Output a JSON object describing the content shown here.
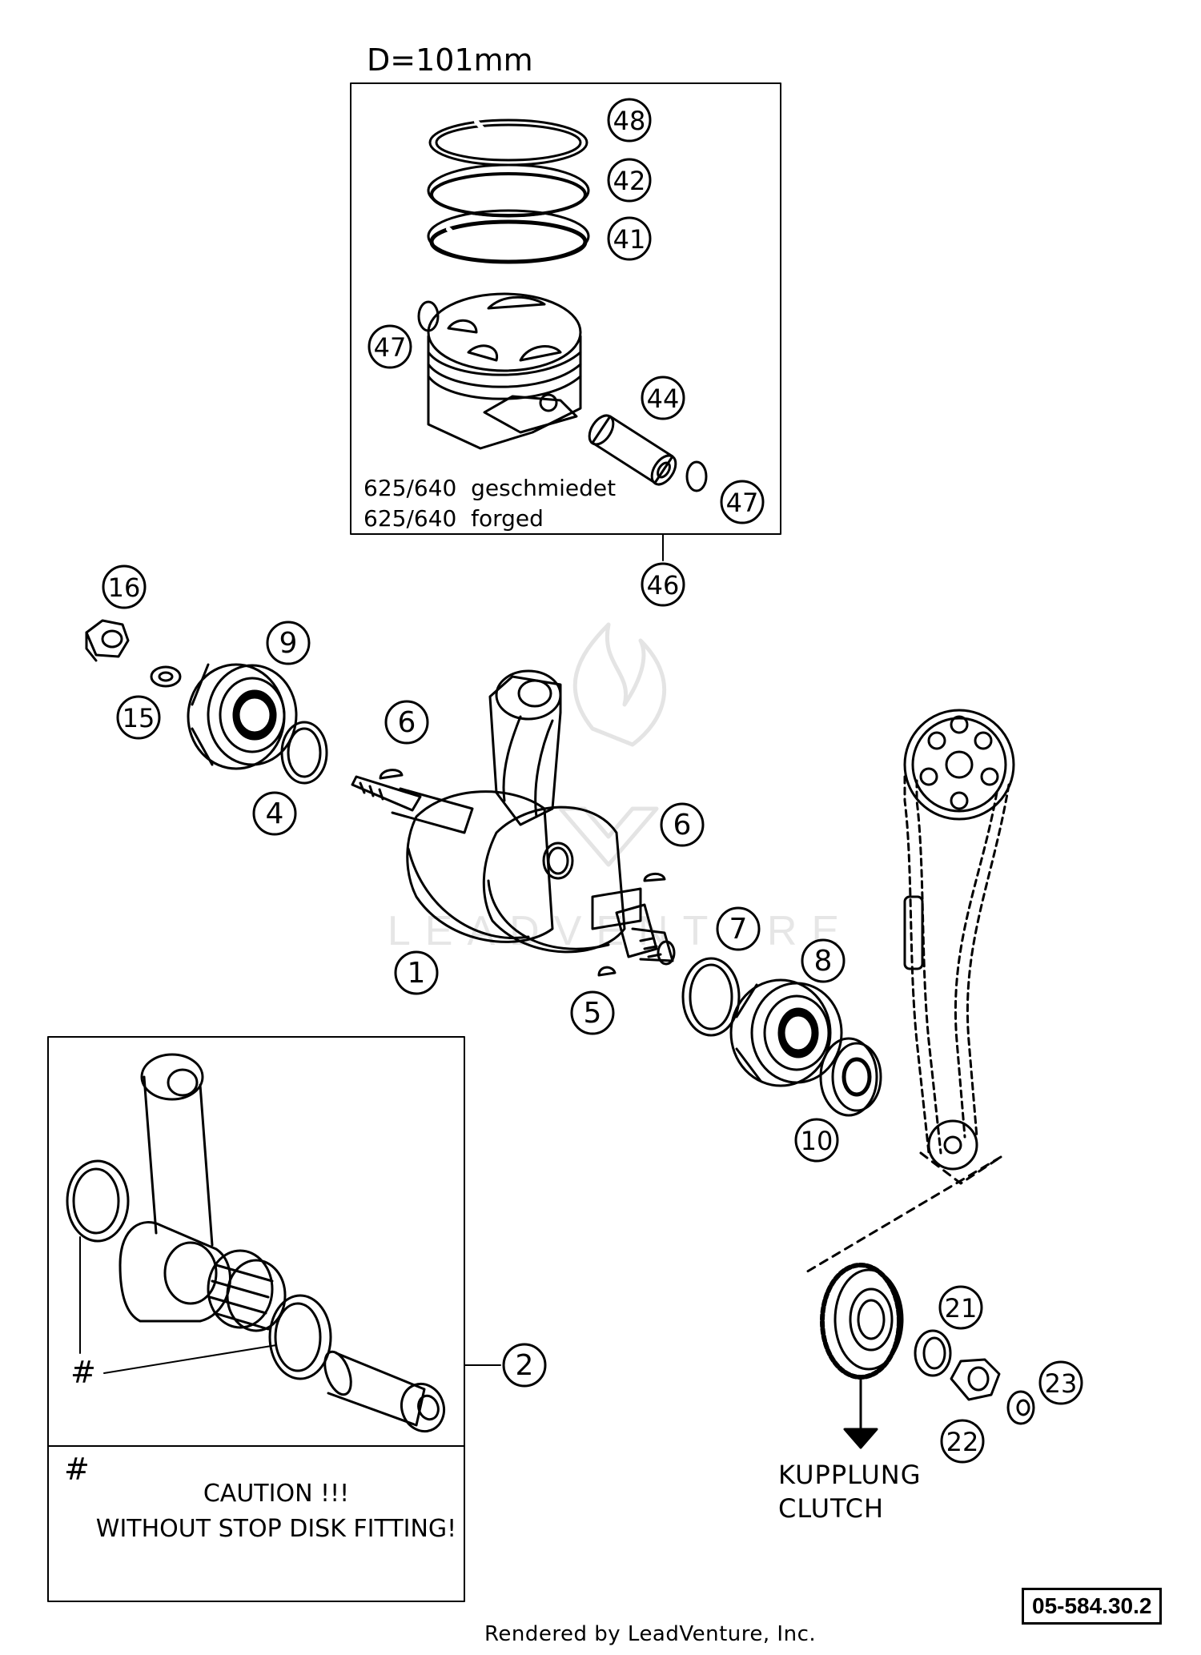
{
  "header": {
    "bore_label": "D=101mm"
  },
  "piston_box": {
    "note_line1": "625/640  geschmiedet",
    "note_line2": "625/640  forged"
  },
  "conrod_box": {
    "hash_marker": "#",
    "note_marker": "#",
    "caution_line1": "CAUTION !!!",
    "caution_line2": "WITHOUT STOP DISK FITTING!"
  },
  "clutch_label": {
    "line1": "KUPPLUNG",
    "line2": "CLUTCH"
  },
  "watermark": {
    "text": "LEADVENTURE"
  },
  "diagram_code": "05-584.30.2",
  "footer": "Rendered by LeadVenture, Inc.",
  "callouts": [
    {
      "id": "48",
      "label": "48"
    },
    {
      "id": "42",
      "label": "42"
    },
    {
      "id": "41",
      "label": "41"
    },
    {
      "id": "47a",
      "label": "47"
    },
    {
      "id": "44",
      "label": "44"
    },
    {
      "id": "47b",
      "label": "47"
    },
    {
      "id": "46",
      "label": "46"
    },
    {
      "id": "16",
      "label": "16"
    },
    {
      "id": "9",
      "label": "9"
    },
    {
      "id": "15",
      "label": "15"
    },
    {
      "id": "4",
      "label": "4"
    },
    {
      "id": "6a",
      "label": "6"
    },
    {
      "id": "6b",
      "label": "6"
    },
    {
      "id": "1",
      "label": "1"
    },
    {
      "id": "5",
      "label": "5"
    },
    {
      "id": "7",
      "label": "7"
    },
    {
      "id": "8",
      "label": "8"
    },
    {
      "id": "10",
      "label": "10"
    },
    {
      "id": "2",
      "label": "2"
    },
    {
      "id": "21",
      "label": "21"
    },
    {
      "id": "22",
      "label": "22"
    },
    {
      "id": "23",
      "label": "23"
    }
  ],
  "colors": {
    "ink": "#000000",
    "paper": "#ffffff",
    "watermark": "#e6e6e6"
  }
}
